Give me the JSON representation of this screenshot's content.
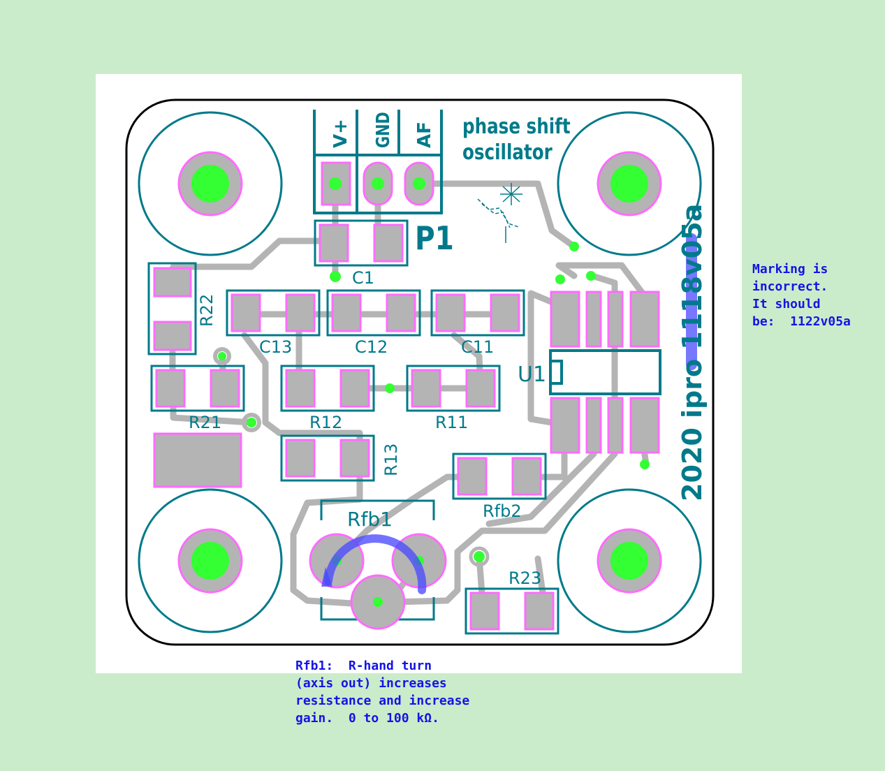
{
  "board": {
    "title_line1": "phase shift",
    "title_line2": "oscillator",
    "vertical_marking": "2020 ipro 1118v05a",
    "connector": {
      "ref": "P1",
      "pins": [
        "V+",
        "GND",
        "AF"
      ]
    },
    "components": {
      "c1": "C1",
      "c11": "C11",
      "c12": "C12",
      "c13": "C13",
      "r11": "R11",
      "r12": "R12",
      "r13": "R13",
      "r21": "R21",
      "r22": "R22",
      "r23": "R23",
      "rfb1": "Rfb1",
      "rfb2": "Rfb2",
      "u1": "U1"
    }
  },
  "notes": {
    "marking": "Marking is\nincorrect.\nIt should\nbe:  1122v05a",
    "rfb1": "Rfb1:  R-hand turn\n(axis out) increases\nresistance and increase\ngain.  0 to 100 kΩ."
  },
  "colors": {
    "background": "#cbecca",
    "board": "#ffffff",
    "silkscreen": "#007a8a",
    "copper": "#b4b4b4",
    "pad_outline": "#ff6bff",
    "drill": "#33ff33",
    "annotation": "#1414e6"
  }
}
